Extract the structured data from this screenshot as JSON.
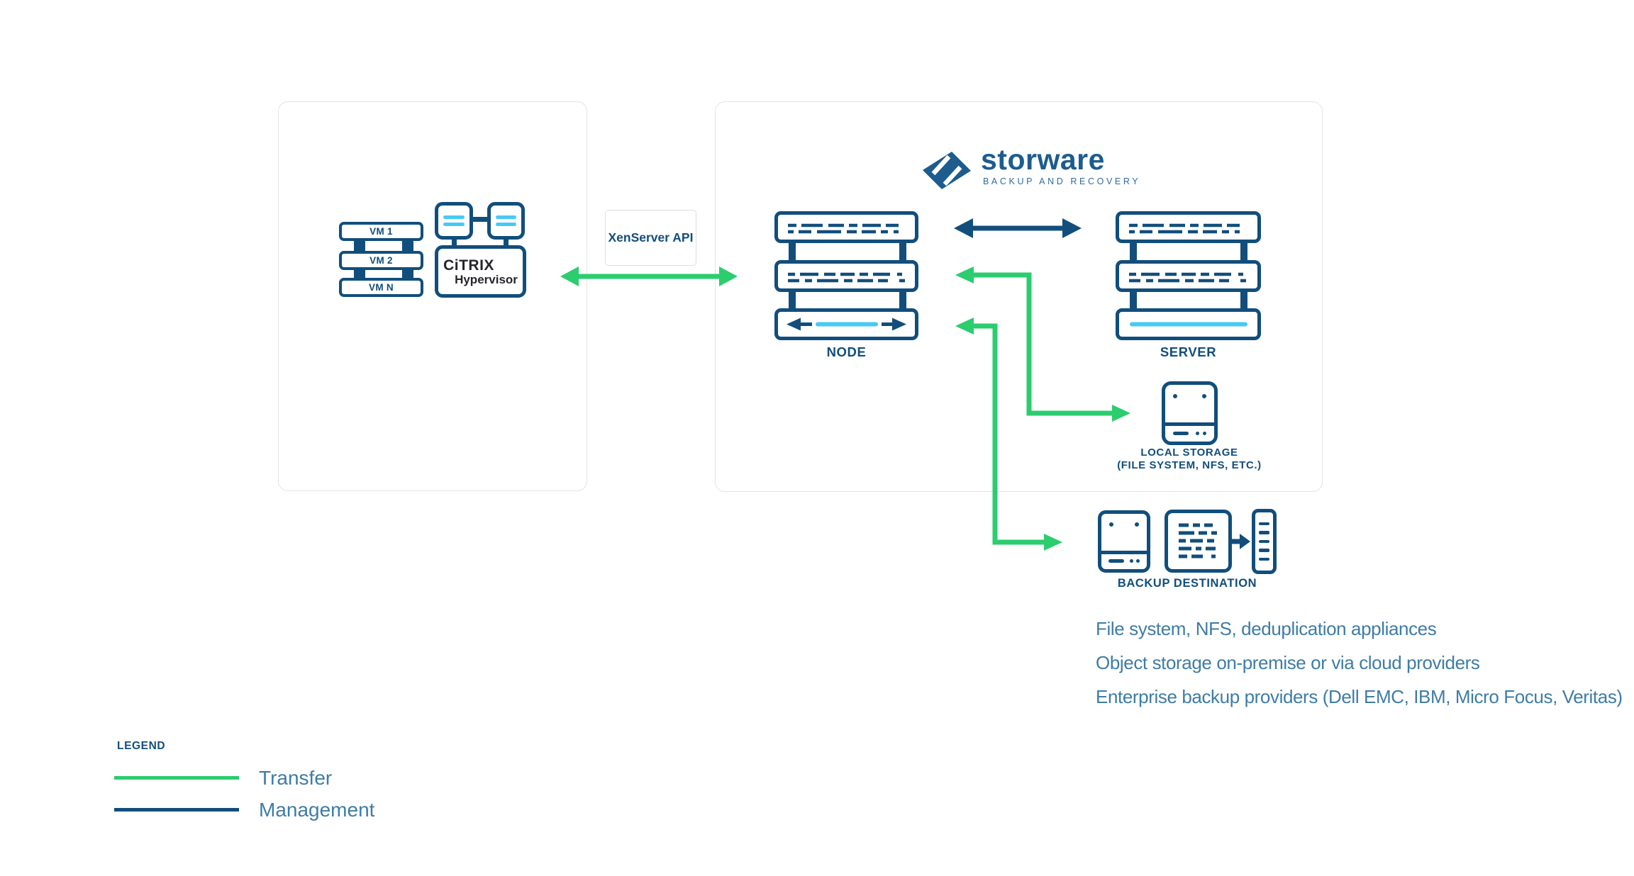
{
  "colors": {
    "navy": "#114E7C",
    "green": "#2BCD6F",
    "cyan": "#47C9F5",
    "steel_text": "#3E7CA6",
    "logo_navy": "#1D5C8E",
    "citrix_dark": "#25252B",
    "panel_border": "#E3E3E3"
  },
  "left_panel": {
    "vms": [
      "VM 1",
      "VM 2",
      "VM N"
    ],
    "citrix": {
      "line1": "CiTRIX",
      "line2": "Hypervisor"
    }
  },
  "api_box": {
    "label": "XenServer API"
  },
  "storware": {
    "name": "storware",
    "tagline": "BACKUP AND RECOVERY"
  },
  "node": {
    "label": "NODE"
  },
  "server": {
    "label": "SERVER"
  },
  "local_storage": {
    "line1": "LOCAL STORAGE",
    "line2": "(FILE SYSTEM, NFS, ETC.)"
  },
  "backup_destination": {
    "label": "BACKUP DESTINATION"
  },
  "notes": [
    "File system, NFS, deduplication appliances",
    "Object storage on-premise or via cloud providers",
    "Enterprise backup providers (Dell EMC, IBM, Micro Focus, Veritas)"
  ],
  "legend": {
    "title": "LEGEND",
    "items": [
      {
        "label": "Transfer",
        "color": "#2BCD6F"
      },
      {
        "label": "Management",
        "color": "#114E7C"
      }
    ]
  }
}
